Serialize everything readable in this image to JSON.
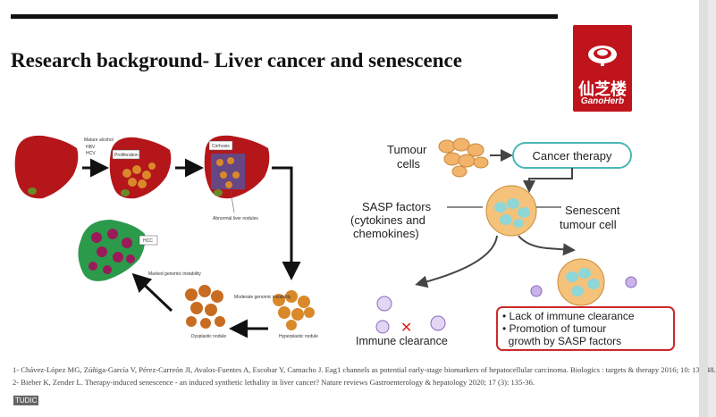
{
  "slide": {
    "title": "Research background- Liver cancer and senescence",
    "logo": {
      "chinese": "仙芝楼",
      "english": "GanoHerb"
    }
  },
  "left_diagram": {
    "risk_factors": [
      "Mature alcohol",
      "HBV",
      "HCV"
    ],
    "labels": {
      "proliferation": "Proliferation",
      "cirrhosis": "Cirrhosis",
      "abnormal_nodules": "Abnormal liver nodules",
      "hcc": "HCC",
      "marked_instability": "Marked genomic instability",
      "moderate_instability": "Moderate genomic instability",
      "dysplastic": "Dysplastic nodule",
      "hyperplastic": "Hyperplastic nodule"
    }
  },
  "right_diagram": {
    "tumour_cells": [
      "Tumour",
      "cells"
    ],
    "cancer_therapy": "Cancer therapy",
    "sasp_factors": [
      "SASP factors",
      "(cytokines and",
      "chemokines)"
    ],
    "senescent": [
      "Senescent",
      "tumour cell"
    ],
    "immune_clearance": "Immune clearance",
    "outcomes": [
      "• Lack of immune clearance",
      "• Promotion of tumour",
      "  growth by SASP factors"
    ]
  },
  "references": [
    "1- Chávez-López MG, Zúñiga-García V, Pérez-Carreón JI, Avalos-Fuentes A, Escobar Y, Camacho J. Eag1 channels as potential early-stage biomarkers of hepatocellular carcinoma. Biologics : targets & therapy 2016; 10: 139-48.",
    "2- Bieber K, Zender L. Therapy-induced senescence - an induced synthetic lethality in liver cancer? Nature reviews Gastroenterology & hepatology 2020; 17 (3): 135-36."
  ],
  "watermark": "TUDIC",
  "colors": {
    "logo_red": "#c0141c",
    "liver": "#b5161a",
    "box_outline": "#cc2a2a",
    "cyan": "#8fd6d6"
  }
}
